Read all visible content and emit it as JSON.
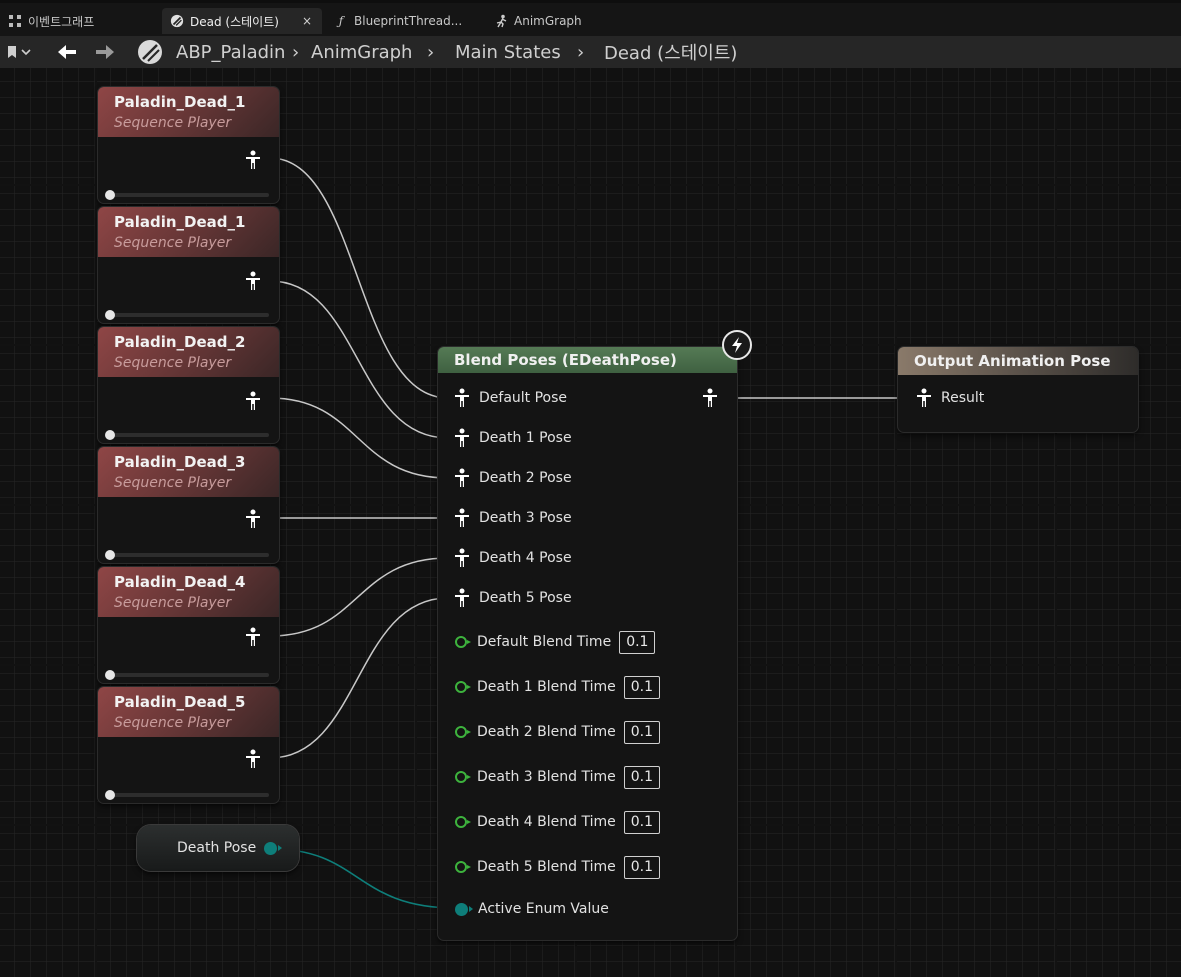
{
  "tabs": [
    {
      "label": "이벤트그래프",
      "icon": "event-graph-icon",
      "active": false
    },
    {
      "label": "Dead (스테이트)",
      "icon": "state-icon",
      "active": true,
      "close": "×"
    },
    {
      "label": "BlueprintThread...",
      "icon": "function-icon",
      "active": false
    },
    {
      "label": "AnimGraph",
      "icon": "anim-graph-icon",
      "active": false
    }
  ],
  "breadcrumb": {
    "asset": "ABP_Paladin",
    "items": [
      "AnimGraph",
      "Main States",
      "Dead (스테이트)"
    ],
    "separator": "›"
  },
  "sequence_players": [
    {
      "title": "Paladin_Dead_1",
      "subtitle": "Sequence Player"
    },
    {
      "title": "Paladin_Dead_1",
      "subtitle": "Sequence Player"
    },
    {
      "title": "Paladin_Dead_2",
      "subtitle": "Sequence Player"
    },
    {
      "title": "Paladin_Dead_3",
      "subtitle": "Sequence Player"
    },
    {
      "title": "Paladin_Dead_4",
      "subtitle": "Sequence Player"
    },
    {
      "title": "Paladin_Dead_5",
      "subtitle": "Sequence Player"
    }
  ],
  "blend_node": {
    "title": "Blend Poses (EDeathPose)",
    "pose_inputs": [
      "Default Pose",
      "Death 1 Pose",
      "Death 2 Pose",
      "Death 3 Pose",
      "Death 4 Pose",
      "Death 5 Pose"
    ],
    "blend_times": [
      {
        "label": "Default Blend Time",
        "value": "0.1"
      },
      {
        "label": "Death 1 Blend Time",
        "value": "0.1"
      },
      {
        "label": "Death 2 Blend Time",
        "value": "0.1"
      },
      {
        "label": "Death 3 Blend Time",
        "value": "0.1"
      },
      {
        "label": "Death 4 Blend Time",
        "value": "0.1"
      },
      {
        "label": "Death 5 Blend Time",
        "value": "0.1"
      }
    ],
    "enum_input": "Active Enum Value"
  },
  "output_node": {
    "title": "Output Animation Pose",
    "input": "Result"
  },
  "variable_node": {
    "label": "Death Pose"
  },
  "colors": {
    "sequence_header": "#8f4646",
    "blend_header": "#557a55",
    "output_header": "#8a7a6a",
    "float_pin": "#3db33d",
    "enum_pin": "#0e7e7a",
    "exec_wire": "#c8c8c8",
    "enum_wire": "#0e7e7a"
  }
}
